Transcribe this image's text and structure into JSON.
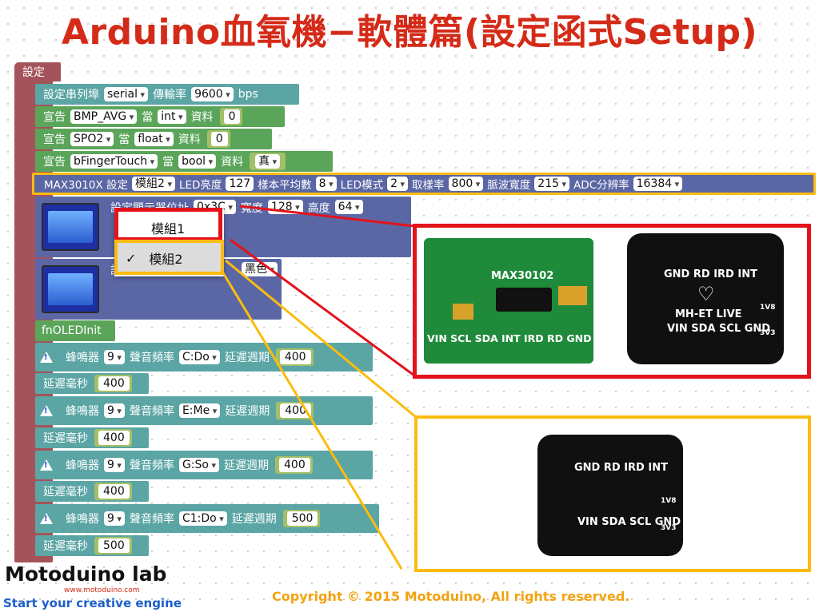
{
  "title": "Arduino血氧機−軟體篇(設定函式Setup)",
  "setup_label": "設定",
  "serial": {
    "label": "設定串列埠",
    "port": "serial",
    "baud_label": "傳輸率",
    "baud": "9600",
    "unit": "bps"
  },
  "declares": [
    {
      "kw": "宣告",
      "name": "BMP_AVG",
      "when": "當",
      "type": "int",
      "data_label": "資料",
      "value": "0"
    },
    {
      "kw": "宣告",
      "name": "SPO2",
      "when": "當",
      "type": "float",
      "data_label": "資料",
      "value": "0"
    },
    {
      "kw": "宣告",
      "name": "bFingerTouch",
      "when": "當",
      "type": "bool",
      "data_label": "資料",
      "value": "真"
    }
  ],
  "max3010x": {
    "label": "MAX3010X 設定",
    "module": "模組2",
    "led_brightness_label": "LED亮度",
    "led_brightness": "127",
    "sample_avg_label": "樣本平均數",
    "sample_avg": "8",
    "led_mode_label": "LED模式",
    "led_mode": "2",
    "sample_rate_label": "取樣率",
    "sample_rate": "800",
    "pulse_width_label": "脈波寬度",
    "pulse_width": "215",
    "adc_label": "ADC分辨率",
    "adc": "16384"
  },
  "oled_setup": {
    "label": "設定顯示器位址",
    "addr": "0x3C",
    "width_label": "寬度",
    "width": "128",
    "height_label": "高度",
    "height": "64"
  },
  "oled_color": {
    "label": "設",
    "color": "黑色"
  },
  "menu": {
    "item1": "模組1",
    "item2": "模組2",
    "check": "✓"
  },
  "fn_oled": "fnOLEDInit",
  "buzzers": [
    {
      "label": "蜂鳴器",
      "pin": "9",
      "freq_label": "聲音頻率",
      "note": "C:Do",
      "period_label": "延遲週期",
      "period": "400"
    },
    {
      "label": "蜂鳴器",
      "pin": "9",
      "freq_label": "聲音頻率",
      "note": "E:Me",
      "period_label": "延遲週期",
      "period": "400"
    },
    {
      "label": "蜂鳴器",
      "pin": "9",
      "freq_label": "聲音頻率",
      "note": "G:So",
      "period_label": "延遲週期",
      "period": "400"
    },
    {
      "label": "蜂鳴器",
      "pin": "9",
      "freq_label": "聲音頻率",
      "note": "C1:Do",
      "period_label": "延遲週期",
      "period": "500"
    }
  ],
  "delays": [
    {
      "label": "延遲毫秒",
      "value": "400"
    },
    {
      "label": "延遲毫秒",
      "value": "400"
    },
    {
      "label": "延遲毫秒",
      "value": "400"
    },
    {
      "label": "延遲毫秒",
      "value": "500"
    }
  ],
  "boards": {
    "green_name": "MAX30102",
    "green_pins": "VIN SCL SDA INT IRD RD GND",
    "black1_top": "GND RD IRD INT",
    "black1_brand": "MH-ET LIVE",
    "black1_bottom": "VIN SDA SCL GND",
    "v18": "1V8",
    "v33": "3V3",
    "black2_top": "GND RD IRD INT",
    "black2_bottom": "VIN SDA SCL GND"
  },
  "logo": {
    "name": "Motoduino lab",
    "url": "www.motoduino.com",
    "slogan": "Start your creative engine"
  },
  "copyright": "Copyright © 2015 Motoduino, All rights reserved.",
  "colors": {
    "title": "#d42b18",
    "setup_block": "#a5535a",
    "serial_block": "#5ba5a5",
    "declare_block": "#5ba55b",
    "max_block": "#5b67a5",
    "buzzer_block": "#5ba5a5"
  }
}
